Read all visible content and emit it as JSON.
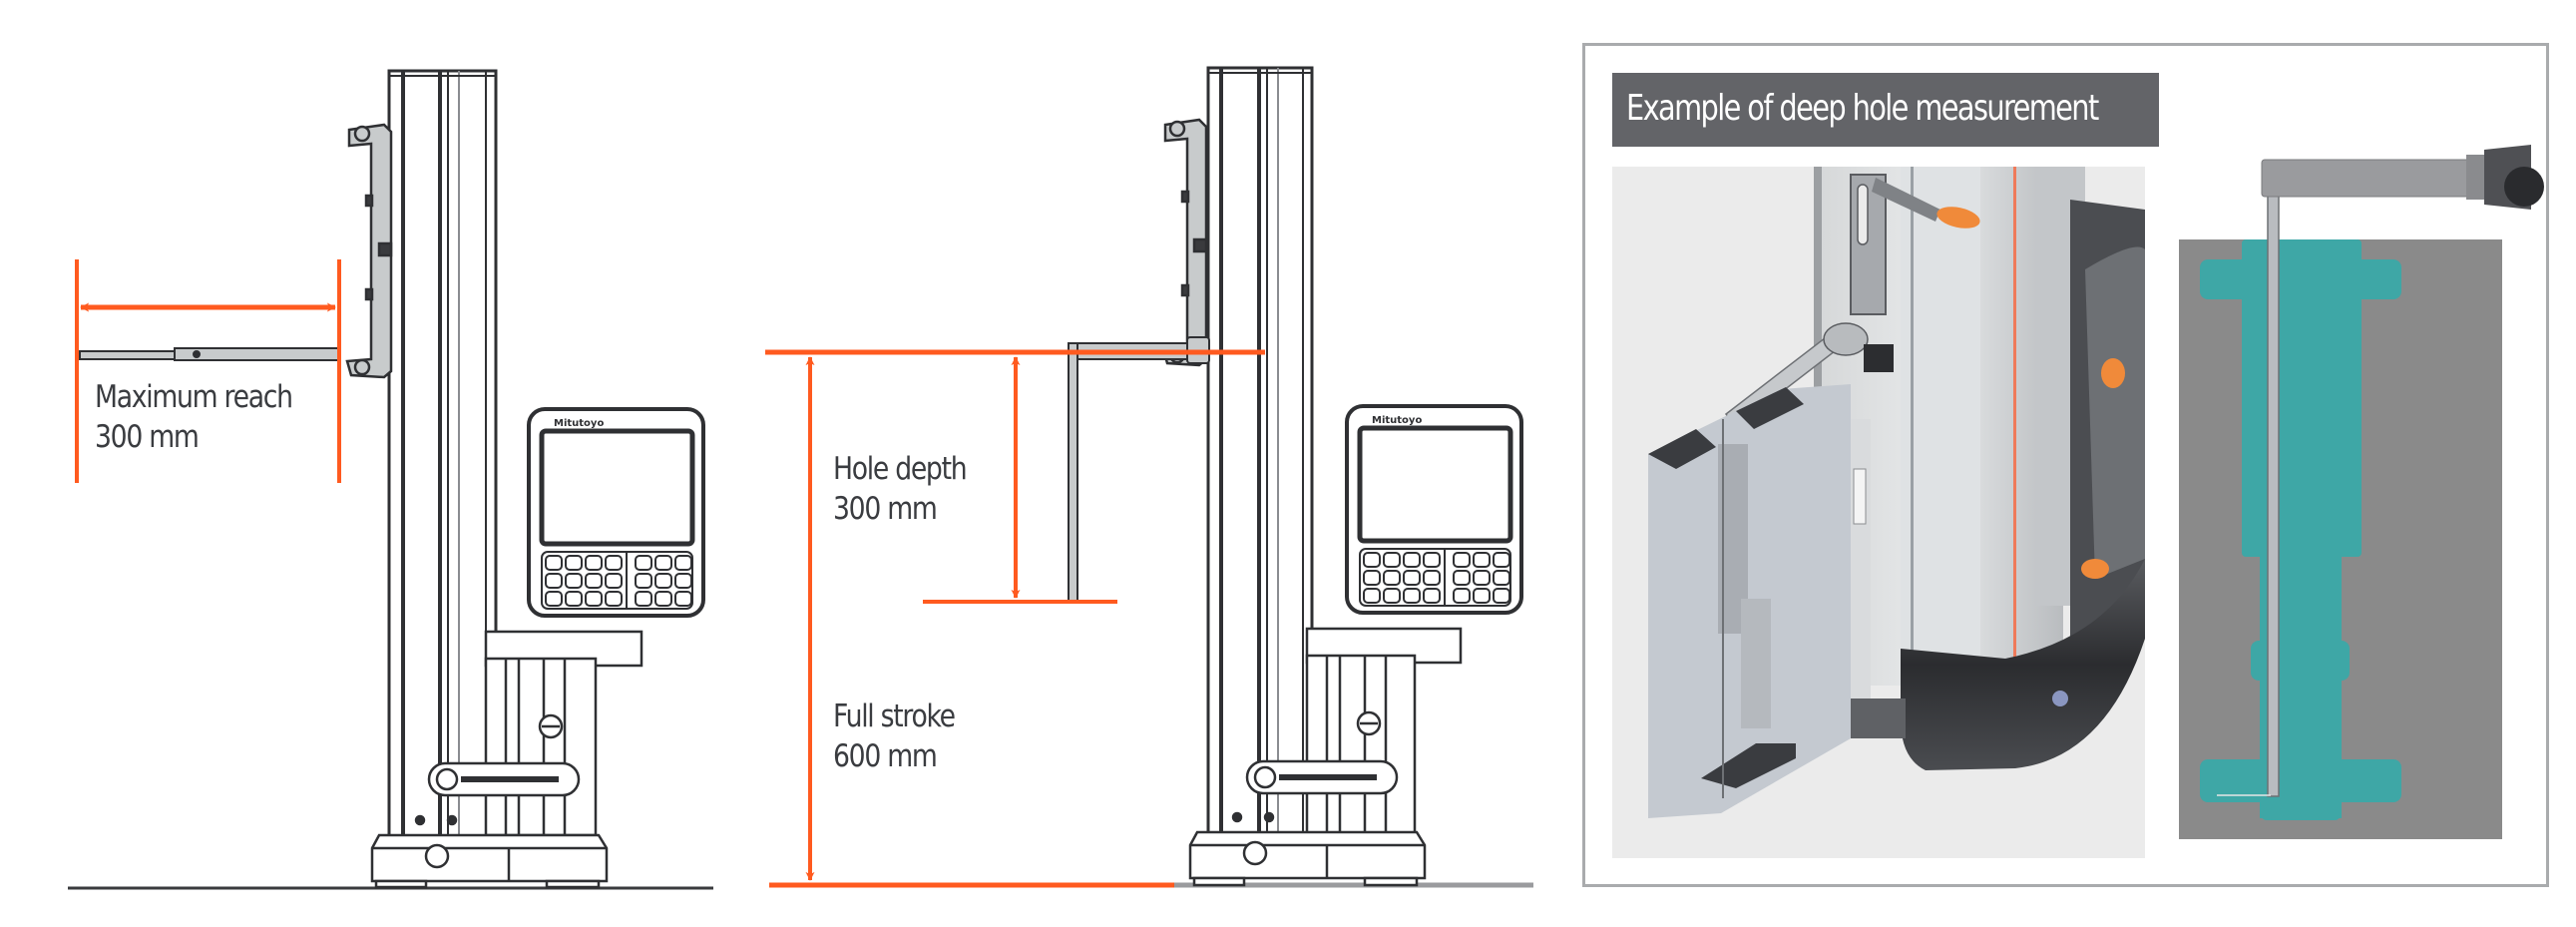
{
  "figure": {
    "colors": {
      "accent": "#ff5a1f",
      "line": "#2f3033",
      "metal": "#c8cbcc",
      "teal": "#3ea7a6",
      "block_gray": "#8a8a8a",
      "title_bg": "#636468"
    },
    "left_diagram": {
      "label_line1": "Maximum reach",
      "label_line2": "300 mm",
      "display_brand": "Mitutoyo"
    },
    "middle_diagram": {
      "hole_depth_line1": "Hole depth",
      "hole_depth_line2": "300 mm",
      "full_stroke_line1": "Full stroke",
      "full_stroke_line2": "600 mm",
      "display_brand": "Mitutoyo"
    },
    "right_panel": {
      "title": "Example of deep hole measurement"
    }
  }
}
